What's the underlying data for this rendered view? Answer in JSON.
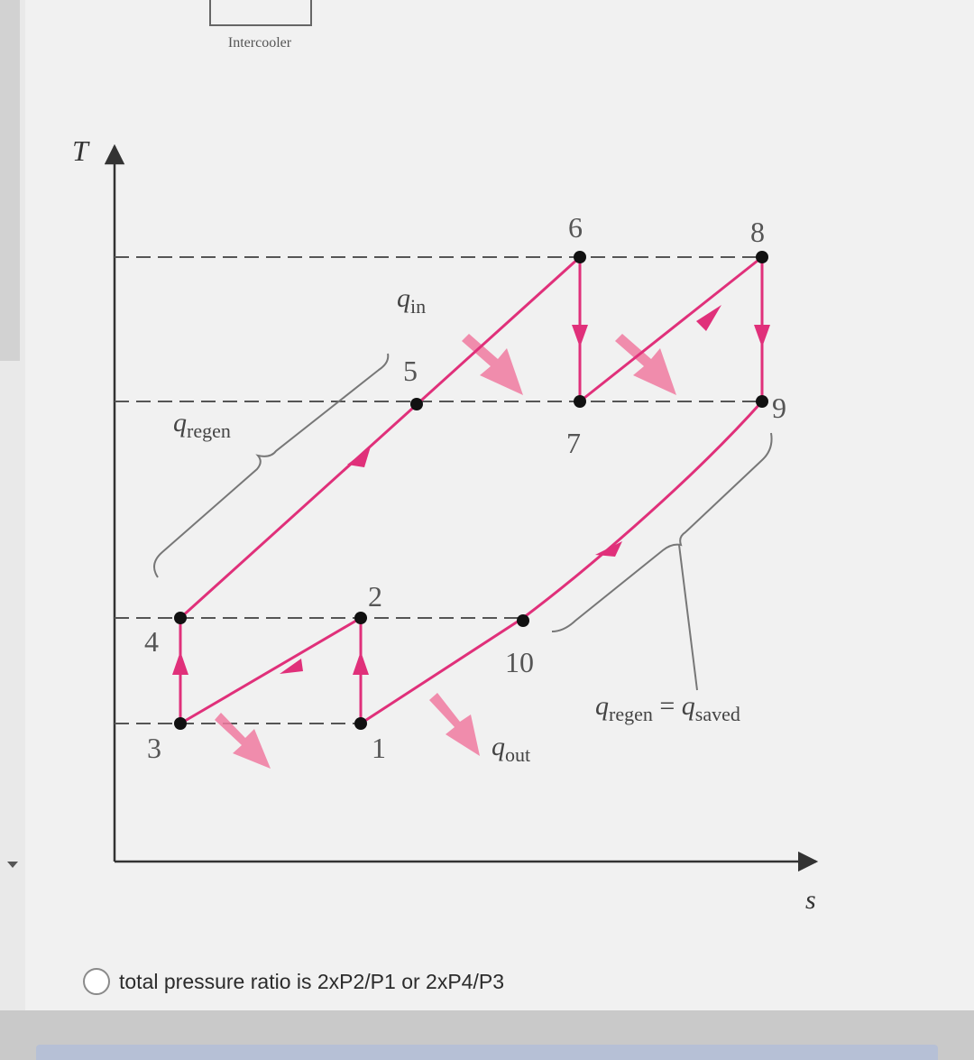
{
  "diagram": {
    "intercooler_label": "Intercooler",
    "axis_t": "T",
    "axis_s": "s",
    "states": [
      "1",
      "2",
      "3",
      "4",
      "5",
      "6",
      "7",
      "8",
      "9",
      "10"
    ],
    "q_in": {
      "sym": "q",
      "sub": "in"
    },
    "q_out": {
      "sym": "q",
      "sub": "out"
    },
    "q_regen": {
      "sym": "q",
      "sub": "regen"
    },
    "regen_eq": {
      "sym": "q",
      "sub": "regen",
      "eq": " = ",
      "sym2": "q",
      "sub2": "saved"
    },
    "colors": {
      "process_line": "#e0307a",
      "heat_arrow": "#f07aa0",
      "axis": "#333333",
      "dashed": "#555555"
    }
  },
  "answer": {
    "option_text": "total pressure ratio is 2xP2/P1 or 2xP4/P3"
  }
}
